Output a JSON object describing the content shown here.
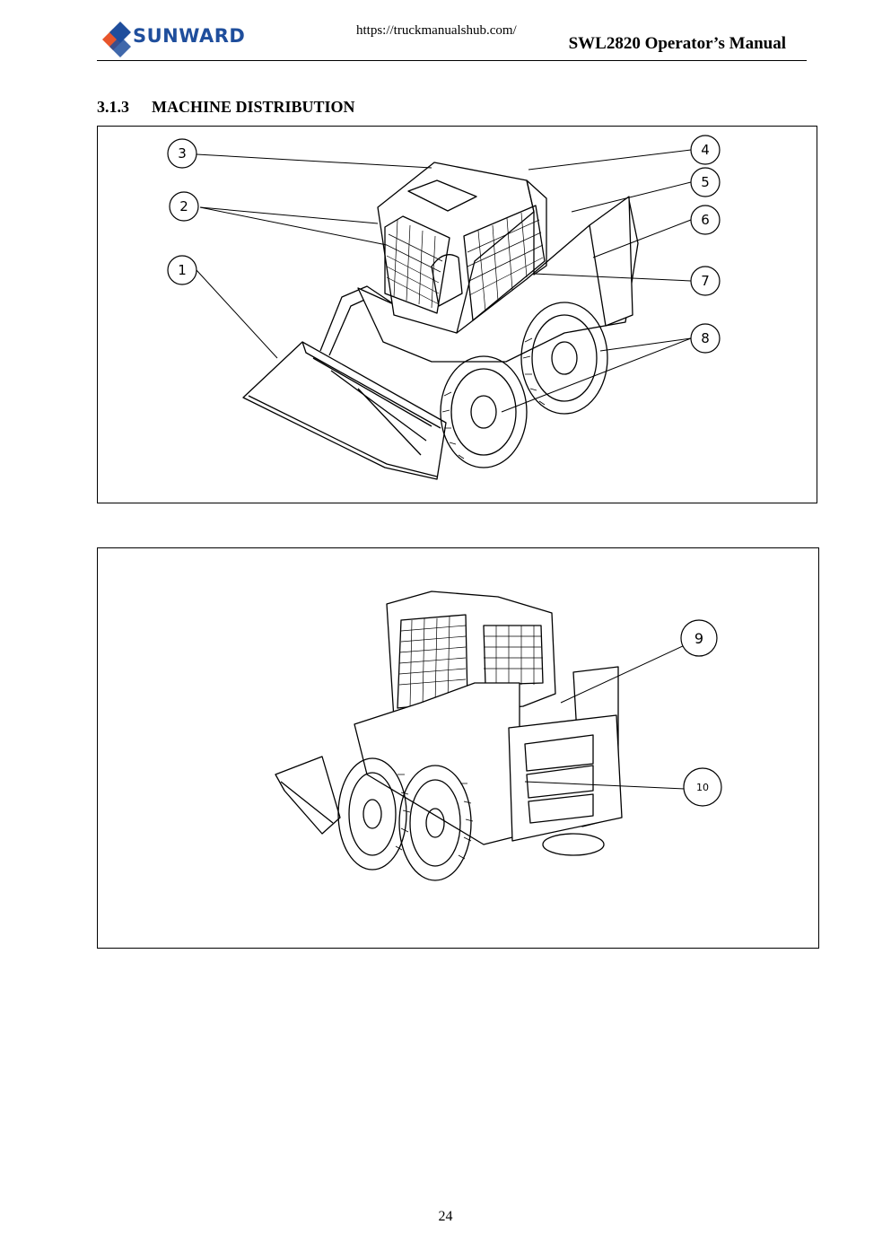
{
  "header": {
    "brand": "SUNWARD",
    "url": "https://truckmanualshub.com/",
    "manual_title": "SWL2820 Operator’s Manual",
    "brand_colors": {
      "blue": "#1f4e9c",
      "orange": "#e8552b"
    }
  },
  "section": {
    "number": "3.1.3",
    "title": "MACHINE DISTRIBUTION"
  },
  "figure_front": {
    "callouts": [
      "1",
      "2",
      "3",
      "4",
      "5",
      "6",
      "7",
      "8"
    ]
  },
  "figure_rear": {
    "callouts": [
      "9",
      "10"
    ]
  },
  "page_number": "24"
}
